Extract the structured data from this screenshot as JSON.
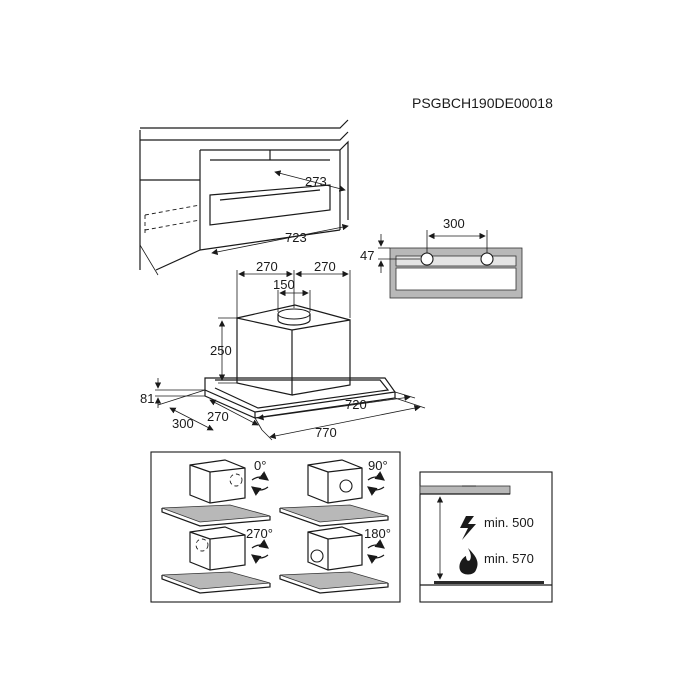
{
  "doc_code": "PSGBCH190DE00018",
  "cabinet": {
    "depth": "273",
    "width": "723"
  },
  "duct_spacing": {
    "spacing": "300",
    "offset": "47"
  },
  "hood": {
    "left_offset": "270",
    "right_offset": "270",
    "outlet": "150",
    "motor_height": "250",
    "panel_height": "81",
    "front_depth": "300",
    "side_depth": "270",
    "width_top": "720",
    "width_bottom": "770"
  },
  "rotations": [
    {
      "angle": "0°"
    },
    {
      "angle": "90°"
    },
    {
      "angle": "270°"
    },
    {
      "angle": "180°"
    }
  ],
  "clearance": [
    {
      "icon": "electric-cooktop-icon",
      "label": "min. 500"
    },
    {
      "icon": "gas-flame-icon",
      "label": "min. 570"
    }
  ]
}
